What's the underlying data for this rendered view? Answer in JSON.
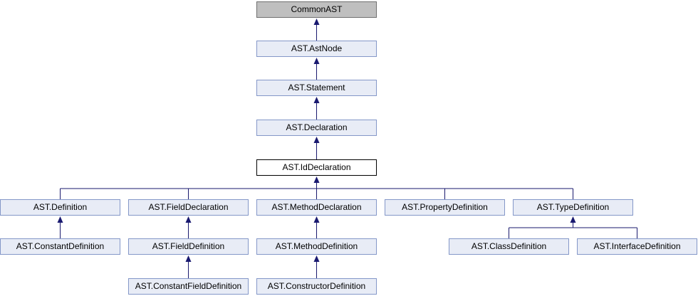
{
  "diagram": {
    "nodes": {
      "common_ast": "CommonAST",
      "ast_node": "AST.AstNode",
      "statement": "AST.Statement",
      "declaration": "AST.Declaration",
      "id_declaration": "AST.IdDeclaration",
      "definition": "AST.Definition",
      "field_declaration": "AST.FieldDeclaration",
      "method_declaration": "AST.MethodDeclaration",
      "property_definition": "AST.PropertyDefinition",
      "type_definition": "AST.TypeDefinition",
      "constant_definition": "AST.ConstantDefinition",
      "field_definition": "AST.FieldDefinition",
      "method_definition": "AST.MethodDefinition",
      "class_definition": "AST.ClassDefinition",
      "interface_definition": "AST.InterfaceDefinition",
      "constant_field_definition": "AST.ConstantFieldDefinition",
      "constructor_definition": "AST.ConstructorDefinition"
    },
    "edges": [
      [
        "ast_node",
        "common_ast"
      ],
      [
        "statement",
        "ast_node"
      ],
      [
        "declaration",
        "statement"
      ],
      [
        "id_declaration",
        "declaration"
      ],
      [
        "definition",
        "id_declaration"
      ],
      [
        "field_declaration",
        "id_declaration"
      ],
      [
        "method_declaration",
        "id_declaration"
      ],
      [
        "property_definition",
        "id_declaration"
      ],
      [
        "type_definition",
        "id_declaration"
      ],
      [
        "constant_definition",
        "definition"
      ],
      [
        "field_definition",
        "field_declaration"
      ],
      [
        "method_definition",
        "method_declaration"
      ],
      [
        "class_definition",
        "type_definition"
      ],
      [
        "interface_definition",
        "type_definition"
      ],
      [
        "constant_field_definition",
        "field_definition"
      ],
      [
        "constructor_definition",
        "method_definition"
      ]
    ],
    "colors": {
      "node_fill": "#e8ecf6",
      "node_border": "#8497c8",
      "root_fill": "#bfbfbf",
      "current_fill": "#ffffff",
      "edge": "#1a1a6e",
      "arrow": "#191970"
    }
  }
}
